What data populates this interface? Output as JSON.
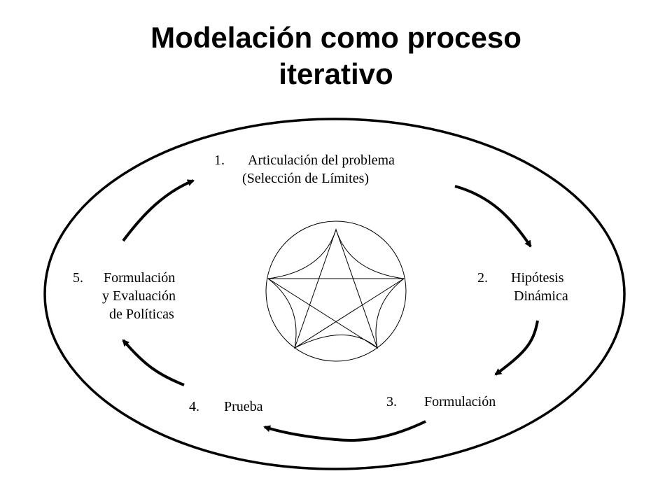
{
  "title": {
    "line1": "Modelación como proceso",
    "line2": "iterativo"
  },
  "steps": [
    {
      "num": "1.",
      "lines": [
        "Articulación del problema",
        "(Selección de Límites)"
      ]
    },
    {
      "num": "2.",
      "lines": [
        "Hipótesis",
        "Dinámica"
      ]
    },
    {
      "num": "3.",
      "lines": [
        "Formulación"
      ]
    },
    {
      "num": "4.",
      "lines": [
        "Prueba"
      ]
    },
    {
      "num": "5.",
      "lines": [
        "Formulación",
        "y Evaluación",
        "de Políticas"
      ]
    }
  ],
  "colors": {
    "ink": "#000000",
    "background": "#ffffff"
  }
}
